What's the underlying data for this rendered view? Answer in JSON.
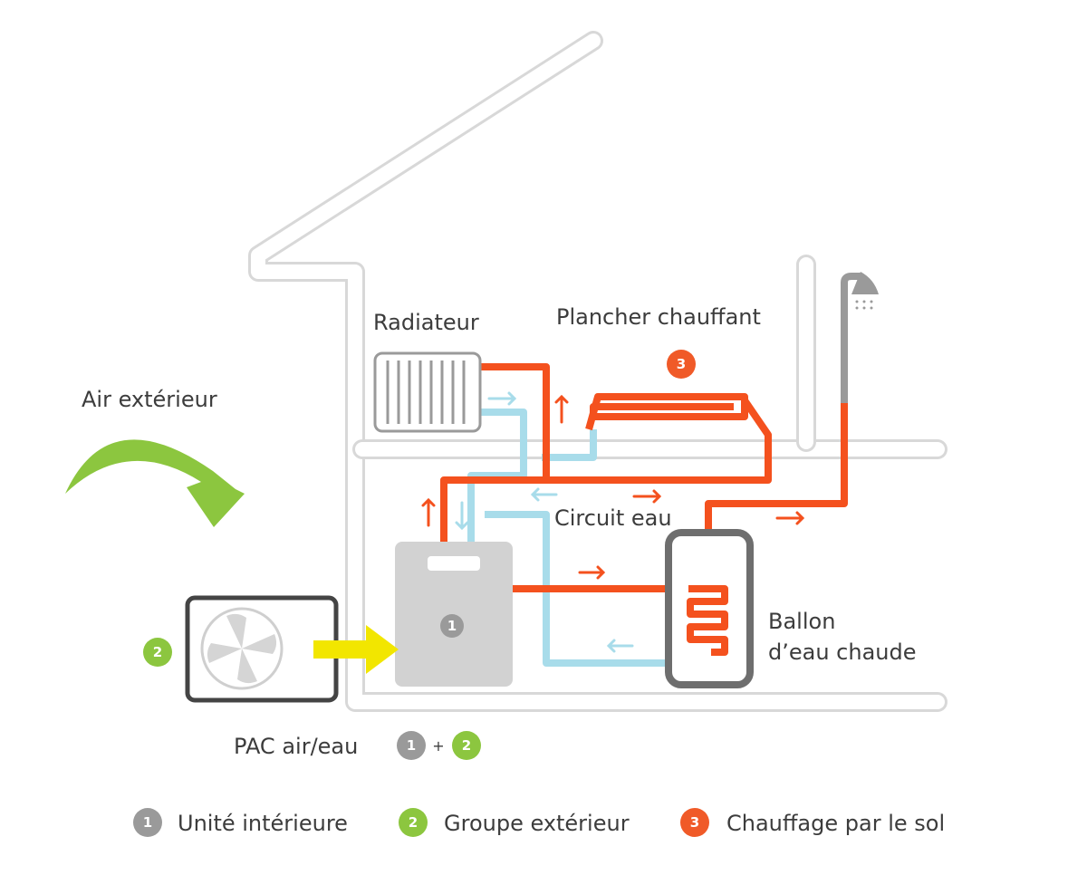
{
  "labels": {
    "radiateur": "Radiateur",
    "plancher": "Plancher chauffant",
    "air_exterieur": "Air extérieur",
    "circuit_eau": "Circuit eau",
    "ballon_line1": "Ballon",
    "ballon_line2": "d’eau chaude",
    "pac": "PAC air/eau",
    "plus": "+"
  },
  "badges": {
    "one": "1",
    "two": "2",
    "three": "3"
  },
  "legend": [
    {
      "number": "1",
      "label": "Unité intérieure",
      "color": "#9a9a9a"
    },
    {
      "number": "2",
      "label": "Groupe extérieur",
      "color": "#8cc63f"
    },
    {
      "number": "3",
      "label": "Chauffage par le sol",
      "color": "#f05a28"
    }
  ],
  "colors": {
    "hot": "#f4511e",
    "cold": "#a8dcea",
    "house": "#e3e3e3",
    "green": "#8cc63f",
    "arrow_yellow": "#f2e600",
    "unit_grey": "#d2d2d2",
    "dark_grey": "#4a4a4a"
  }
}
